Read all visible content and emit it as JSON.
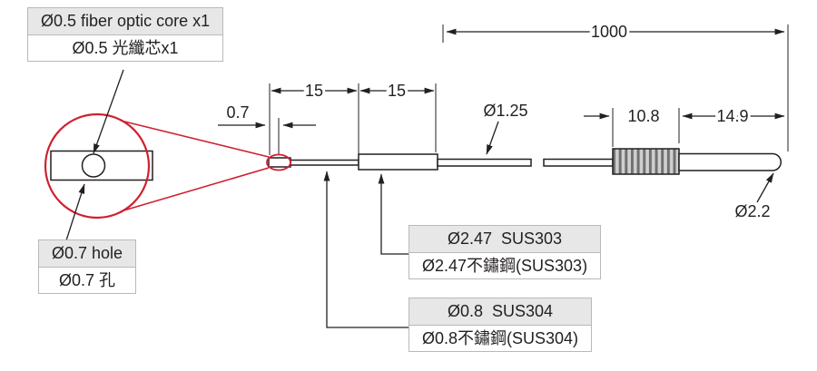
{
  "colors": {
    "line": "#231f20",
    "red": "#cf2030",
    "label_bg": "#e7e7e7",
    "label_border": "#b9b9b9"
  },
  "callouts": {
    "fiber_core": {
      "en": "Ø0.5 fiber optic core x1",
      "zh": "Ø0.5 光纖芯x1"
    },
    "hole": {
      "en": "Ø0.7 hole",
      "zh": "Ø0.7 孔"
    },
    "sus303": {
      "en": "Ø2.47  SUS303",
      "zh": "Ø2.47不鏽鋼(SUS303)"
    },
    "sus304": {
      "en": "Ø0.8  SUS304",
      "zh": "Ø0.8不鏽鋼(SUS304)"
    }
  },
  "dims": {
    "overall_length": "1000",
    "segment1_length": "15",
    "segment2_length": "15",
    "tip_length": "0.7",
    "cable_diameter": "Ø1.25",
    "boot_length": "10.8",
    "end_tube_length": "14.9",
    "end_tube_diameter": "Ø2.2"
  }
}
